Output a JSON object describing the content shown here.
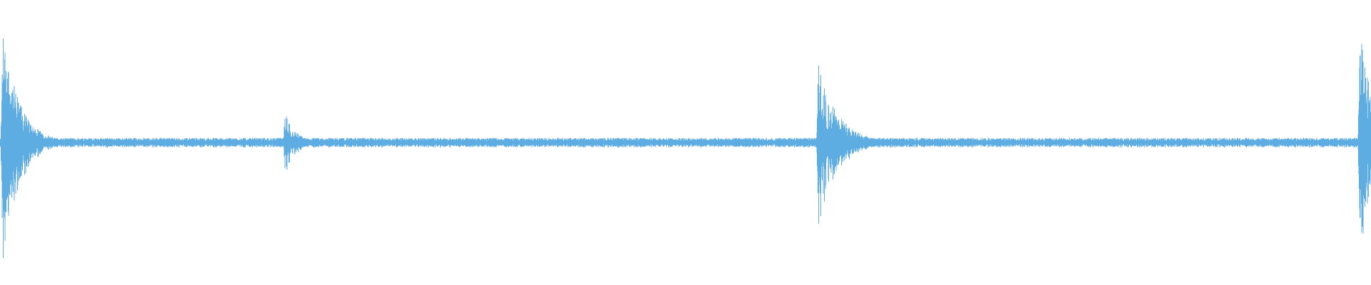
{
  "waveform": {
    "color": "#5dade2",
    "background": "#ffffff",
    "baseline_amplitude": 0.04,
    "transients": [
      {
        "position": 0.002,
        "peak": 1.0,
        "decay": 0.012
      },
      {
        "position": 0.208,
        "peak": 0.26,
        "decay": 0.008
      },
      {
        "position": 0.597,
        "peak": 0.7,
        "decay": 0.014
      },
      {
        "position": 0.992,
        "peak": 1.0,
        "decay": 0.01
      }
    ]
  }
}
